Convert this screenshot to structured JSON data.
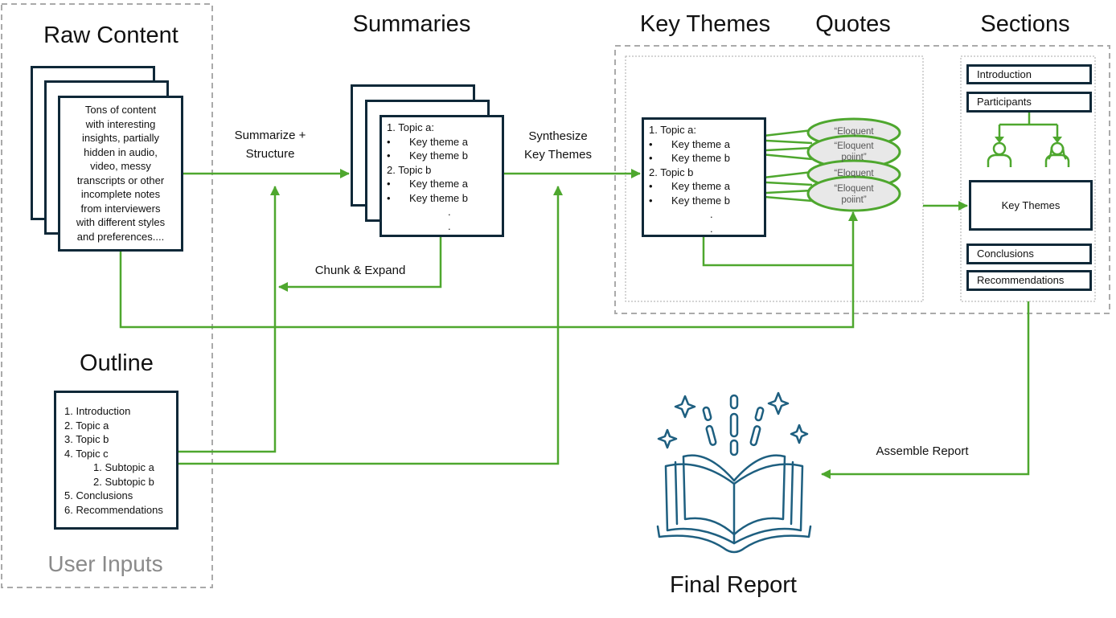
{
  "user_inputs": {
    "label": "User Inputs",
    "raw_content": {
      "title": "Raw Content",
      "text": [
        "Tons of content",
        "with interesting",
        "insights, partially",
        "hidden in audio,",
        "video, messy",
        "transcripts or other",
        "incomplete notes",
        "from  interviewers",
        "with different styles",
        "and preferences...."
      ]
    },
    "outline": {
      "title": "Outline",
      "items": [
        "1. Introduction",
        "2. Topic a",
        "3. Topic b",
        "4. Topic c",
        "1.   Subtopic a",
        "2.   Subtopic b",
        "5. Conclusions",
        "6. Recommendations"
      ]
    }
  },
  "steps": {
    "summarize": [
      "Summarize +",
      "Structure"
    ],
    "synthesize": [
      "Synthesize",
      "Key Themes"
    ],
    "chunk": "Chunk & Expand",
    "assemble": "Assemble Report"
  },
  "summaries": {
    "title": "Summaries",
    "items": [
      "1. Topic a:",
      "Key theme a",
      "Key theme b",
      "2. Topic b",
      "Key theme a",
      "Key theme b"
    ],
    "bullet": "•",
    "dots": "."
  },
  "key_themes": {
    "title": "Key Themes",
    "items": [
      "1. Topic a:",
      "Key theme a",
      "Key theme b",
      "2. Topic b",
      "Key theme a",
      "Key theme b"
    ]
  },
  "quotes": {
    "title": "Quotes",
    "items": [
      "“Eloquent",
      "“Eloquent poiint”",
      "“Eloquent",
      "“Eloquent poiint”"
    ]
  },
  "sections": {
    "title": "Sections",
    "items": [
      "Introduction",
      "Participants",
      "Key Themes",
      "Conclusions",
      "Recommendations"
    ]
  },
  "final": {
    "title": "Final Report"
  },
  "colors": {
    "green": "#4ea72e",
    "dark": "#0f2838",
    "book": "#1e5f80",
    "gray": "#999999"
  }
}
